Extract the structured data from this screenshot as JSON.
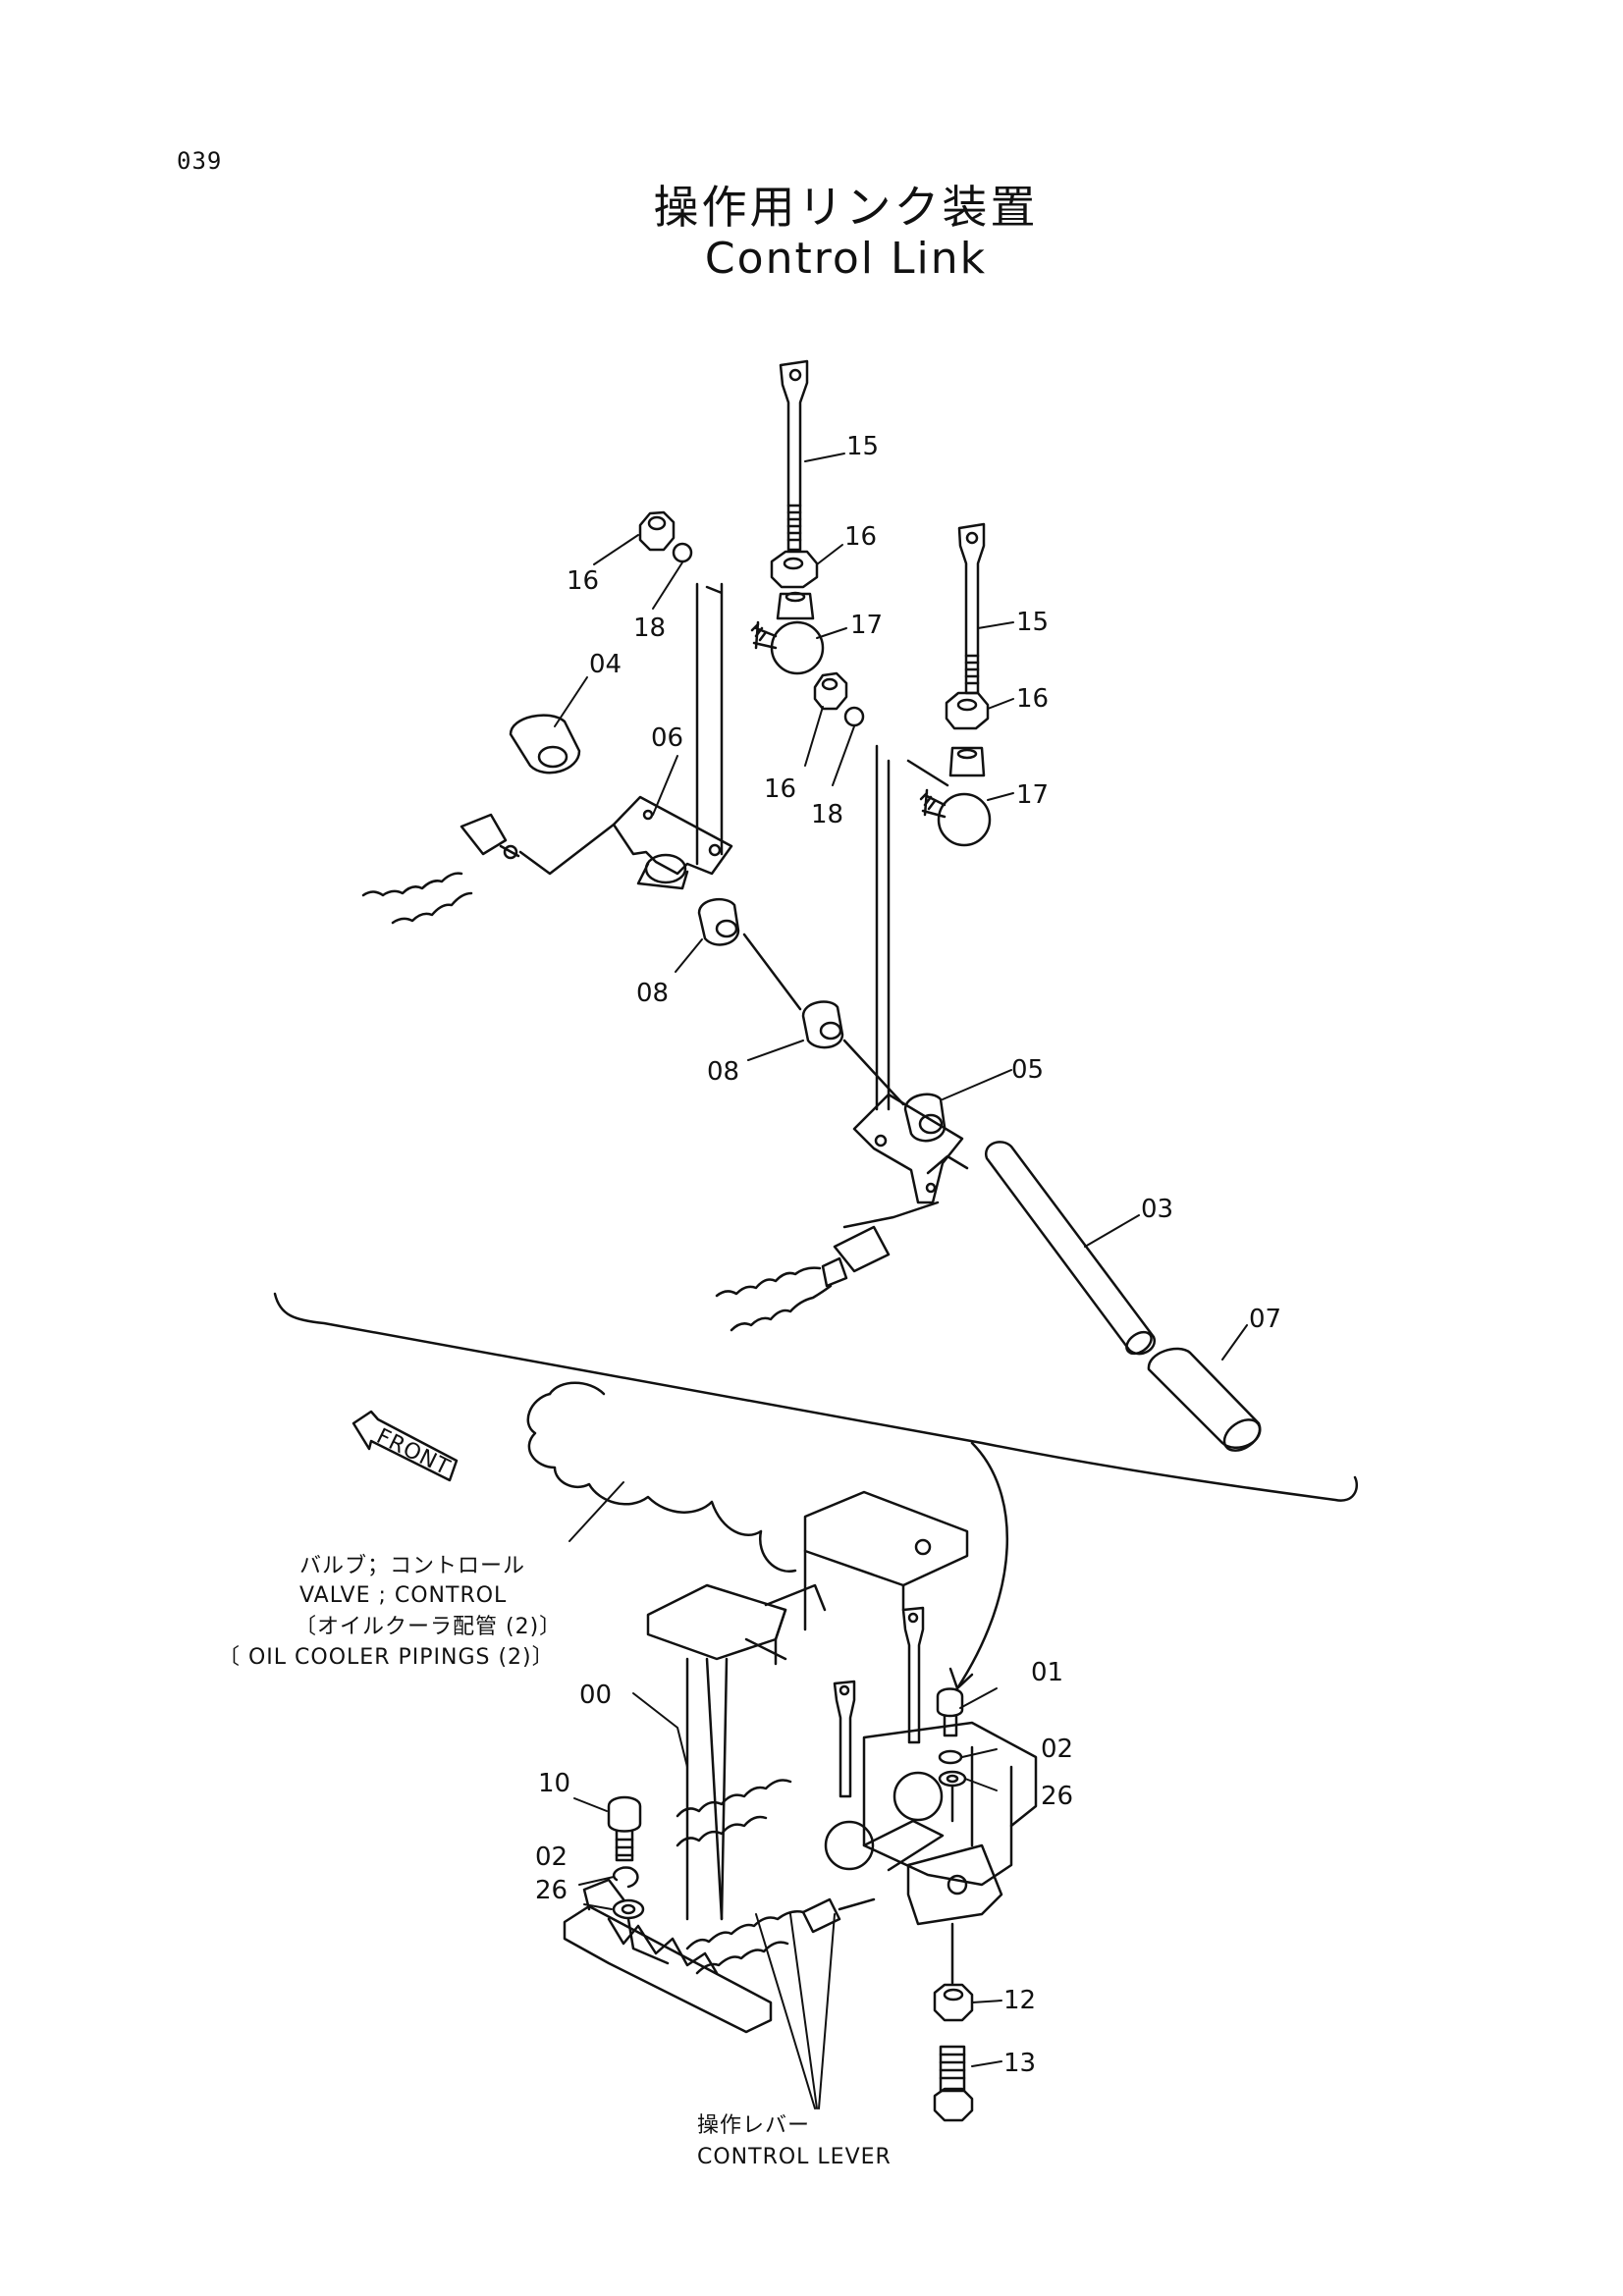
{
  "page_number": "039",
  "title_jp": "操作用リンク装置",
  "title_en": "Control Link",
  "front_label": "FRONT",
  "callouts": {
    "valve": [
      "バルブ；コントロール",
      "VALVE ; CONTROL",
      "〔オイルクーラ配管 (2)〕",
      "〔 OIL  COOLER  PIPINGS (2)〕"
    ],
    "lever": [
      "操作レバー",
      "CONTROL  LEVER"
    ]
  },
  "part_labels": {
    "p15a": "15",
    "p16a": "16",
    "p16b": "16",
    "p18a": "18",
    "p17a": "17",
    "p04": "04",
    "p06": "06",
    "p16c": "16",
    "p18b": "18",
    "p15b": "15",
    "p16d": "16",
    "p17b": "17",
    "p08a": "08",
    "p08b": "08",
    "p05": "05",
    "p03": "03",
    "p07": "07",
    "p00": "00",
    "p01": "01",
    "p02a": "02",
    "p26a": "26",
    "p10": "10",
    "p02b": "02",
    "p26b": "26",
    "p12": "12",
    "p13": "13"
  }
}
